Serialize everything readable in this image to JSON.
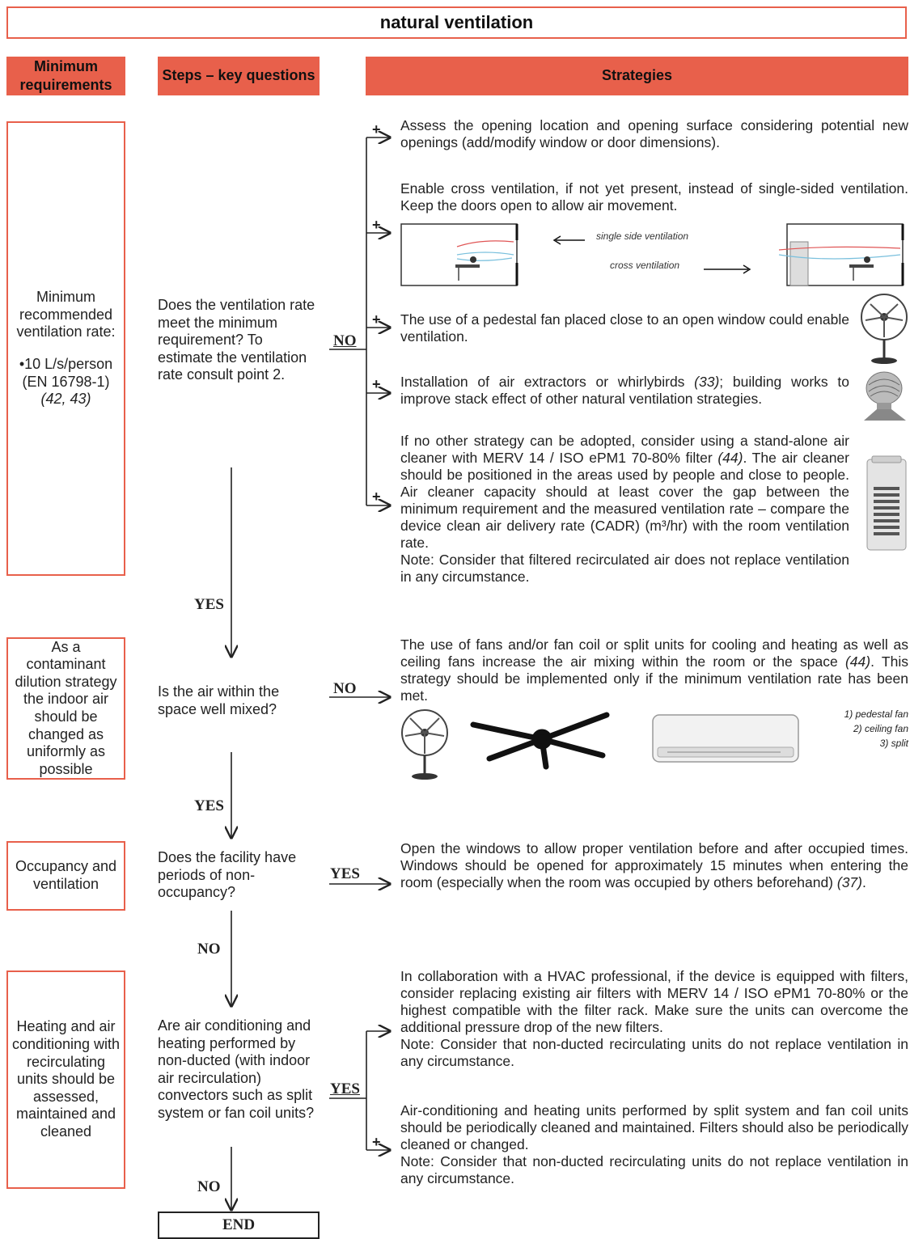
{
  "title": "natural ventilation",
  "headers": {
    "min_req": "Minimum requirements",
    "steps": "Steps – key questions",
    "strategies": "Strategies"
  },
  "requirements": {
    "r1_line1": "Minimum recommended ventilation rate:",
    "r1_line2": "•10 L/s/person (EN 16798-1)",
    "r1_ref": "(42, 43)",
    "r2": "As a contaminant dilution strategy the indoor air should be changed as uniformly as possible",
    "r3": "Occupancy and ventilation",
    "r4": "Heating and air conditioning with recirculating units should be assessed, maintained and cleaned"
  },
  "questions": {
    "q1": "Does the ventilation rate meet the minimum requirement? To estimate the ventilation rate consult point 2.",
    "q2": "Is the air within the space well mixed?",
    "q3": "Does the facility have periods of non-occupancy?",
    "q4": "Are air conditioning and heating performed by non-ducted (with indoor air recirculation) convectors such as split system or fan coil units?",
    "end": "END"
  },
  "labels": {
    "no1": "NO",
    "yes1": "YES",
    "no2": "NO",
    "yes2": "YES",
    "yes3": "YES",
    "no3": "NO",
    "yes4": "YES",
    "no4": "NO"
  },
  "strategies": {
    "s1": "Assess the opening location and opening surface considering potential new openings (add/modify window or door dimensions).",
    "s2": "Enable cross ventilation, if not yet present, instead of single-sided ventilation. Keep the doors open to allow air movement.",
    "cap_single": "single side ventilation",
    "cap_cross": "cross ventilation",
    "s3": "The use of a pedestal fan placed close to an open window could enable ventilation.",
    "s4a": "Installation of air extractors or whirlybirds ",
    "s4ref": "(33)",
    "s4b": "; building works to improve stack effect of other natural ventilation strategies.",
    "s5a": "If no other strategy can be adopted, consider using a stand-alone air cleaner with MERV 14 / ISO ePM1 70-80% filter ",
    "s5ref": "(44)",
    "s5b": ". The air cleaner should be positioned in the areas used by people and close to people. Air cleaner capacity should at least cover the gap between the minimum requirement and the measured ventilation rate – compare the device clean air delivery rate (CADR) (m³/hr) with the room ventilation rate.",
    "s5note": "Note: Consider that filtered recirculated air does not replace ventilation in any circumstance.",
    "s6a": "The use of fans and/or fan coil or split units for cooling and heating as well as ceiling fans increase the air mixing within the room or the space ",
    "s6ref": "(44)",
    "s6b": ". This strategy should be implemented only if the minimum ventilation rate has been met.",
    "fan1": "1) pedestal fan",
    "fan2": "2) ceiling fan",
    "fan3": "3) split",
    "s7a": "Open the windows to allow proper ventilation before and after occupied times. Windows should be opened for approximately 15 minutes when entering the room (especially when the room was occupied by others beforehand) ",
    "s7ref": "(37)",
    "s7b": ".",
    "s8": "In collaboration with a HVAC professional, if the device is equipped with filters, consider replacing existing air filters with MERV 14 / ISO ePM1 70-80% or the highest compatible with the filter rack. Make sure the units can overcome the additional pressure drop of the new filters.",
    "s8note": "Note: Consider that non-ducted recirculating units do not replace ventilation in any circumstance.",
    "s9": "Air-conditioning and heating units performed by split system and fan coil units should be periodically cleaned and maintained. Filters should also be periodically cleaned or changed.",
    "s9note": "Note: Consider that non-ducted recirculating units do not replace ventilation in any circumstance."
  },
  "colors": {
    "accent": "#e8604b"
  }
}
